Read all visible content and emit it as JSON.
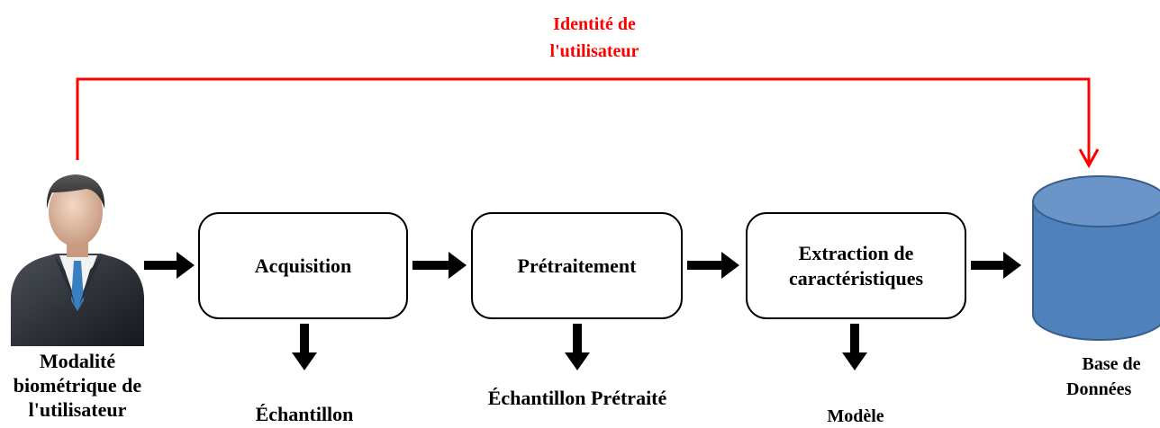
{
  "feedback": {
    "label_line1": "Identité de",
    "label_line2": "l'utilisateur",
    "color": "#ff0000"
  },
  "user": {
    "icon": "businessman-icon",
    "caption_line1": "Modalité",
    "caption_line2": "biométrique de",
    "caption_line3": "l'utilisateur"
  },
  "stages": [
    {
      "label_line1": "Acquisition",
      "label_line2": "",
      "output": "Échantillon"
    },
    {
      "label_line1": "Prétraitement",
      "label_line2": "",
      "output": "Échantillon Prétraité"
    },
    {
      "label_line1": "Extraction de",
      "label_line2": "caractéristiques",
      "output": "Modèle"
    }
  ],
  "database": {
    "icon": "database-cylinder-icon",
    "caption_line1": "Base de",
    "caption_line2": "Données",
    "fill_color": "#4f81bd",
    "stroke_color": "#385d8a"
  }
}
